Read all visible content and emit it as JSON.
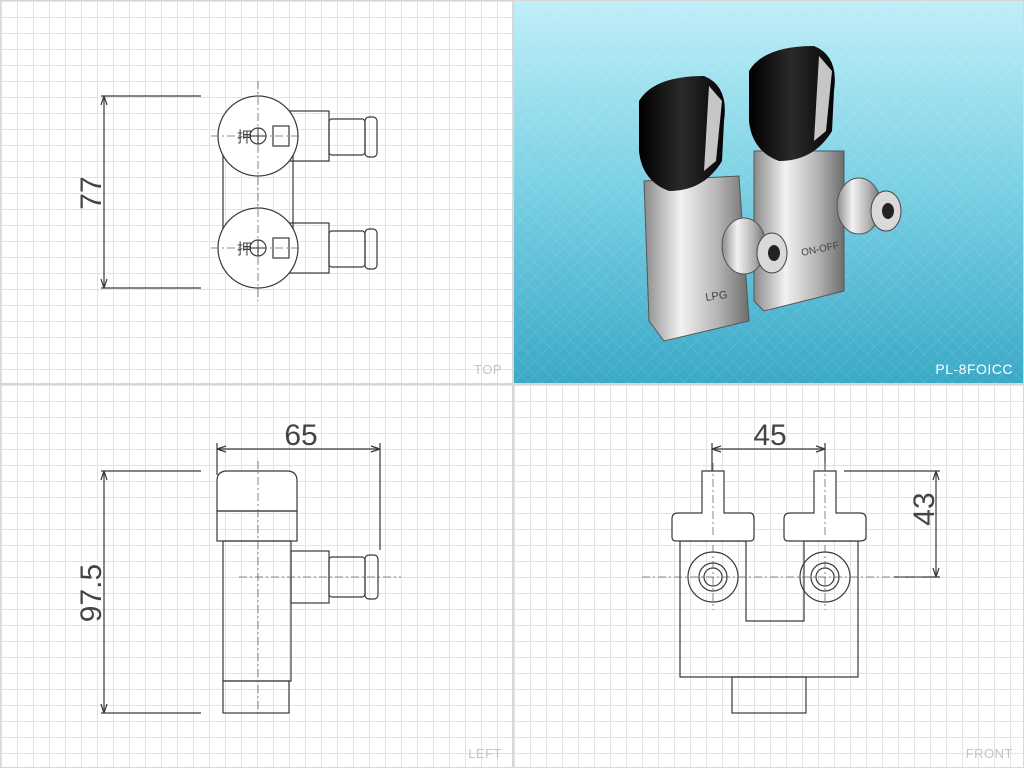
{
  "views": {
    "top": {
      "label": "TOP",
      "dimension": "77",
      "knob_marks": [
        "押",
        "押"
      ]
    },
    "photo": {
      "label": "PL-8FOICC",
      "engraving_left": "LPG",
      "engraving_right": "ON-OFF"
    },
    "left": {
      "label": "LEFT",
      "width_dimension": "65",
      "height_dimension": "97.5"
    },
    "front": {
      "label": "FRONT",
      "width_dimension": "45",
      "height_dimension": "43"
    }
  },
  "colors": {
    "line": "#3a3a3a",
    "grid": "#e3e3e3",
    "knob": "#111111",
    "chrome": "#cfcfcf"
  }
}
